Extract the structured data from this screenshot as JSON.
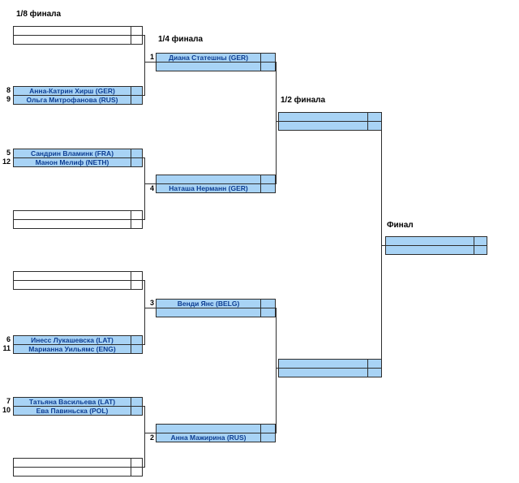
{
  "headers": {
    "r16": "1/8 финала",
    "qf": "1/4 финала",
    "sf": "1/2 финала",
    "final": "Финал"
  },
  "colors": {
    "filled_cell": "#a8d3f5",
    "empty_cell": "#ffffff",
    "border": "#2e2e2e",
    "player_text": "#0d3e93",
    "header_text": "#000000"
  },
  "r16": [
    {
      "top": {
        "seed": "",
        "name": "",
        "score": ""
      },
      "bottom": {
        "seed": "",
        "name": "",
        "score": ""
      }
    },
    {
      "top": {
        "seed": "8",
        "name": "Анна-Катрин Хирш (GER)",
        "score": ""
      },
      "bottom": {
        "seed": "9",
        "name": "Ольга Митрофанова (RUS)",
        "score": ""
      }
    },
    {
      "top": {
        "seed": "5",
        "name": "Сандрин Вламинк (FRA)",
        "score": ""
      },
      "bottom": {
        "seed": "12",
        "name": "Манон Мелиф (NETH)",
        "score": ""
      }
    },
    {
      "top": {
        "seed": "",
        "name": "",
        "score": ""
      },
      "bottom": {
        "seed": "",
        "name": "",
        "score": ""
      }
    },
    {
      "top": {
        "seed": "",
        "name": "",
        "score": ""
      },
      "bottom": {
        "seed": "",
        "name": "",
        "score": ""
      }
    },
    {
      "top": {
        "seed": "6",
        "name": "Инесс Лукашевска (LAT)",
        "score": ""
      },
      "bottom": {
        "seed": "11",
        "name": "Марианна Уильямс (ENG)",
        "score": ""
      }
    },
    {
      "top": {
        "seed": "7",
        "name": "Татьяна Васильева (LAT)",
        "score": ""
      },
      "bottom": {
        "seed": "10",
        "name": "Ева Павиньска (POL)",
        "score": ""
      }
    },
    {
      "top": {
        "seed": "",
        "name": "",
        "score": ""
      },
      "bottom": {
        "seed": "",
        "name": "",
        "score": ""
      }
    }
  ],
  "qf": [
    {
      "seed": "1",
      "name": "Диана Статешны (GER)",
      "slot": "top",
      "score": ""
    },
    {
      "seed": "4",
      "name": "Наташа Нерманн (GER)",
      "slot": "bottom",
      "score": ""
    },
    {
      "seed": "3",
      "name": "Венди Янс (BELG)",
      "slot": "top",
      "score": ""
    },
    {
      "seed": "2",
      "name": "Анна Мажирина (RUS)",
      "slot": "bottom",
      "score": ""
    }
  ],
  "sf": [
    {
      "top": {
        "name": "",
        "score": ""
      },
      "bottom": {
        "name": "",
        "score": ""
      }
    },
    {
      "top": {
        "name": "",
        "score": ""
      },
      "bottom": {
        "name": "",
        "score": ""
      }
    }
  ],
  "final": {
    "top": {
      "name": "",
      "score": ""
    },
    "bottom": {
      "name": "",
      "score": ""
    }
  }
}
